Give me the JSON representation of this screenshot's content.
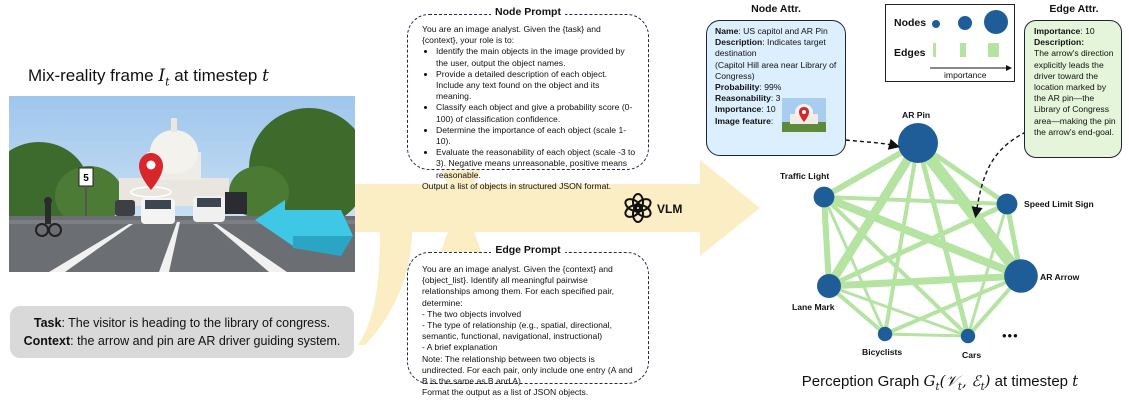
{
  "left": {
    "frame_title": "Mix-reality frame",
    "frame_symbol": "I",
    "frame_sub": "t",
    "frame_suffix": " at timestep ",
    "frame_t": "t",
    "photo_sign": "5",
    "task_label": "Task",
    "task_text": ": The visitor is heading to the library of congress.",
    "context_label": "Context",
    "context_text": ": the arrow and pin are AR driver guiding system."
  },
  "node_prompt": {
    "title": "Node Prompt",
    "intro": "You are an image analyst. Given the {task} and {context}, your role is to:",
    "items": [
      "Identify the main objects in the image provided by the user, output the object names.",
      "Provide a detailed description of each object. Include any text found on the object and its meaning.",
      "Classify each object and give a probability score (0-100) of classification confidence.",
      "Determine the importance of each object (scale 1-10).",
      "Evaluate the reasonability of each object (scale -3 to 3). Negative means unreasonable, positive means reasonable."
    ],
    "outro": "Output a list of objects in structured JSON format."
  },
  "edge_prompt": {
    "title": "Edge Prompt",
    "lines": [
      "You are an image analyst. Given the {context} and {object_list}. Identify all meaningful pairwise relationships among them. For each specified pair, determine:",
      "- The two objects involved",
      "- The type of relationship (e.g., spatial, directional, semantic, functional, navigational, instructional)",
      "- A brief explanation",
      "Note: The relationship between two objects is undirected. For each pair, only include one entry (A and B is the same as B and A).",
      "Format the output as a list of JSON objects."
    ]
  },
  "vlm": {
    "label": "VLM"
  },
  "node_attr": {
    "title": "Node Attr.",
    "name_label": "Name",
    "name_value": ": US capitol and AR Pin",
    "desc_label": "Description",
    "desc_value": ": Indicates target destination",
    "desc_extra": "(Capitol Hill area near Library of Congress)",
    "prob_label": "Probability",
    "prob_value": ": 99%",
    "reason_label": "Reasonability",
    "reason_value": ": 3",
    "imp_label": "Importance",
    "imp_value": ": 10",
    "feat_label": "Image feature",
    "feat_value": ":"
  },
  "legend": {
    "nodes": "Nodes",
    "edges": "Edges",
    "axis": "importance"
  },
  "edge_attr": {
    "title": "Edge Attr.",
    "imp_label": "Importance",
    "imp_value": ": 10",
    "desc_label": "Description",
    "desc_value": ":",
    "desc_text": "The arrow's direction explicitly leads the driver toward the location marked by the AR pin—the Library of Congress area—making the pin the arrow's end-goal."
  },
  "graph": {
    "nodes": [
      {
        "id": "ar_pin",
        "label": "AR Pin",
        "importance": 10
      },
      {
        "id": "traffic_light",
        "label": "Traffic Light",
        "importance": 4
      },
      {
        "id": "speed_limit",
        "label": "Speed Limit Sign",
        "importance": 4
      },
      {
        "id": "ar_arrow",
        "label": "AR Arrow",
        "importance": 8
      },
      {
        "id": "lane_mark",
        "label": "Lane Mark",
        "importance": 5
      },
      {
        "id": "bicyclists",
        "label": "Bicyclists",
        "importance": 2
      },
      {
        "id": "cars",
        "label": "Cars",
        "importance": 2
      }
    ],
    "ellipsis": "•••",
    "title_prefix": "Perception Graph ",
    "title_symbol": "G",
    "title_sub": "t",
    "title_args": "(𝒱",
    "title_args_sub1": "t",
    "title_args_mid": ", ℰ",
    "title_args_sub2": "t",
    "title_args_end": ")",
    "title_suffix": " at timestep ",
    "title_t": "t"
  },
  "colors": {
    "node": "#1f5d99",
    "edge": "#b5e3a1",
    "node_attr_bg": "#dcefff",
    "edge_attr_bg": "#e5f5d9",
    "flow_arrow": "#fbeec4",
    "task_bg": "#d9d9d9",
    "ar_arrow": "#3fc7e6",
    "ar_pin": "#d8262c"
  }
}
